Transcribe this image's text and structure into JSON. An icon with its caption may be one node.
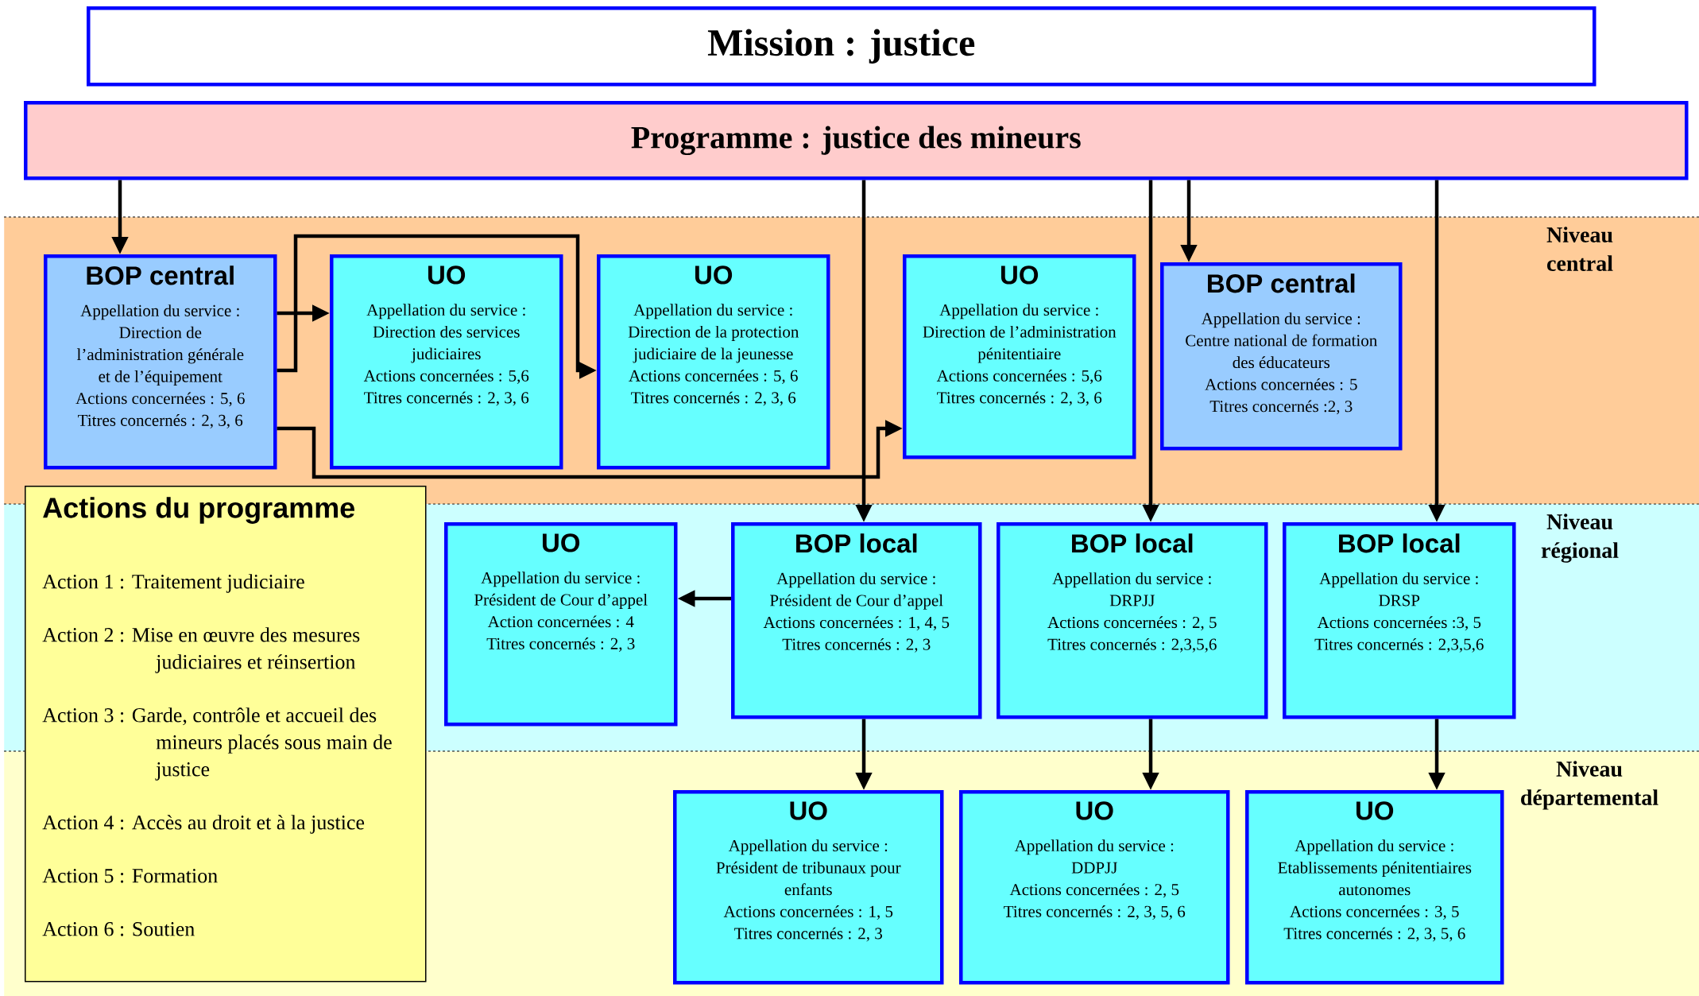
{
  "diagram": {
    "nodes": [
      {
        "text": [
          "Mission : justice"
        ]
      },
      {
        "text": [
          "Programme : justice des mineurs"
        ]
      },
      {
        "text": [
          "Niveau central"
        ]
      },
      {
        "text": [
          "BOP central",
          "Appellation du service :",
          "Direction de l’administration générale et de l’équipement",
          "Actions concernées : 5, 6",
          "Titres concernés : 2, 3, 6"
        ],
        "in": 2
      },
      {
        "text": [
          "UO",
          "Appellation du service :",
          "Direction des services judiciaires",
          "Actions concernées : 5,6",
          "Titres concernés : 2, 3, 6"
        ],
        "in": 2
      },
      {
        "text": [
          "UO",
          "Appellation du service :",
          "Direction de la protection judiciaire de la jeunesse",
          "Actions concernées : 5, 6",
          "Titres concernés : 2, 3, 6"
        ],
        "in": 2
      },
      {
        "text": [
          "UO",
          "Appellation du service :",
          "Direction de l’administration pénitentiaire",
          "Actions concernées : 5,6",
          "Titres concernés : 2, 3, 6"
        ],
        "in": 2
      },
      {
        "text": [
          "BOP central",
          "Appellation du service :",
          "Centre national de formation des éducateurs",
          "Actions concernées : 5",
          "Titres concernés :2, 3"
        ],
        "in": 2
      },
      {
        "text": [
          "Actions du programme",
          "Action 1 : Traitement judiciaire",
          "Action 2 : Mise en œuvre des mesures judiciaires et réinsertion",
          "Action 3 : Garde, contrôle et accueil des mineurs placés sous main de justice",
          "Action 4 : Accès au droit et à la justice",
          "Action 5 : Formation",
          "Action 6 : Soutien"
        ]
      },
      {
        "text": [
          "Niveau régional"
        ]
      },
      {
        "text": [
          "UO",
          "Appellation du service :",
          "Président de Cour d’appel",
          "Action concernées : 4",
          "Titres concernés : 2, 3"
        ],
        "in": 9
      },
      {
        "text": [
          "BOP local",
          "Appellation du service :",
          "Président de Cour d’appel",
          "Actions concernées : 1, 4, 5",
          "Titres concernés : 2, 3"
        ],
        "in": 9
      },
      {
        "text": [
          "BOP local",
          "Appellation du service :",
          "DRPJJ",
          "Actions concernées : 2, 5",
          "Titres concernés : 2,3,5,6"
        ],
        "in": 9
      },
      {
        "text": [
          "BOP local",
          "Appellation du service :",
          "DRSP",
          "Actions concernées :3, 5",
          "Titres concernés : 2,3,5,6"
        ],
        "in": 9
      },
      {
        "text": [
          "Niveau départemental"
        ]
      },
      {
        "text": [
          "UO",
          "Appellation du service :",
          "Président de tribunaux pour enfants",
          "Actions concernées : 1, 5",
          "Titres concernés : 2, 3"
        ],
        "in": 14
      },
      {
        "text": [
          "UO",
          "Appellation du service :",
          "DDPJJ",
          "Actions concernées : 2, 5",
          "Titres concernés : 2, 3, 5, 6"
        ],
        "in": 14
      },
      {
        "text": [
          "UO",
          "Appellation du service :",
          "Etablissements pénitentiaires autonomes",
          "Actions concernées : 3, 5",
          "Titres concernés : 2, 3, 5, 6"
        ],
        "in": 14
      }
    ],
    "edges": [
      {
        "from": 1,
        "to": 3,
        "arrow": "to"
      },
      {
        "from": 1,
        "to": 11,
        "arrow": "to"
      },
      {
        "from": 1,
        "to": 12,
        "arrow": "to"
      },
      {
        "from": 1,
        "to": 7,
        "arrow": "to"
      },
      {
        "from": 1,
        "to": 13,
        "arrow": "to"
      },
      {
        "from": 3,
        "to": 4,
        "arrow": "to"
      },
      {
        "from": 3,
        "to": 5,
        "arrow": "to"
      },
      {
        "from": 3,
        "to": 6,
        "arrow": "to"
      },
      {
        "from": 11,
        "to": 10,
        "arrow": "to"
      },
      {
        "from": 11,
        "to": 15,
        "arrow": "to"
      },
      {
        "from": 12,
        "to": 16,
        "arrow": "to"
      },
      {
        "from": 13,
        "to": 17,
        "arrow": "to"
      }
    ]
  }
}
